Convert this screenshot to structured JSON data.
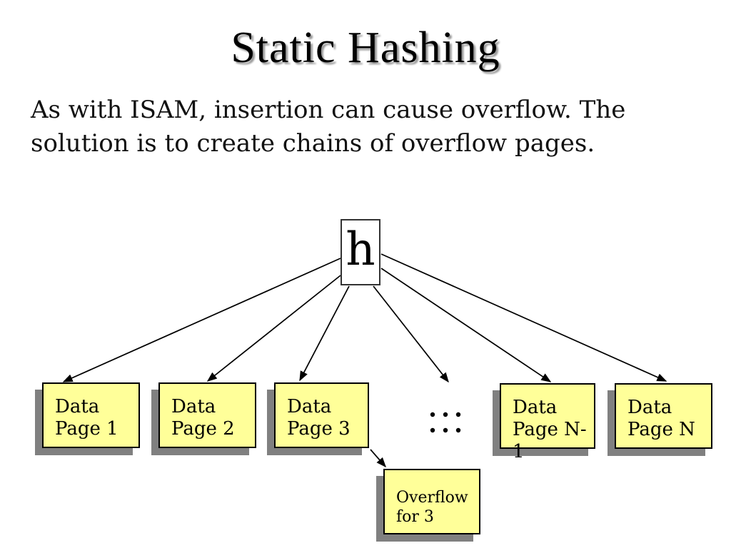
{
  "title": "Static Hashing",
  "body": {
    "line1": "As with ISAM, insertion can cause overflow. The",
    "line2": "solution is to create chains of overflow pages."
  },
  "diagram": {
    "hash_node_label": "h",
    "ellipsis_icon": "six-dot-ellipsis",
    "pages": [
      {
        "label": "Data\nPage 1"
      },
      {
        "label": "Data\nPage 2"
      },
      {
        "label": "Data\nPage 3"
      },
      {
        "label": "Data\nPage N-1"
      },
      {
        "label": "Data\nPage N"
      }
    ],
    "overflow": {
      "label": "Overflow\nfor 3"
    }
  },
  "colors": {
    "background": "#FFFFFF",
    "page_fill": "#FFFF99",
    "shadow": "#808080",
    "line": "#000000",
    "title_shadow": "#999999"
  }
}
